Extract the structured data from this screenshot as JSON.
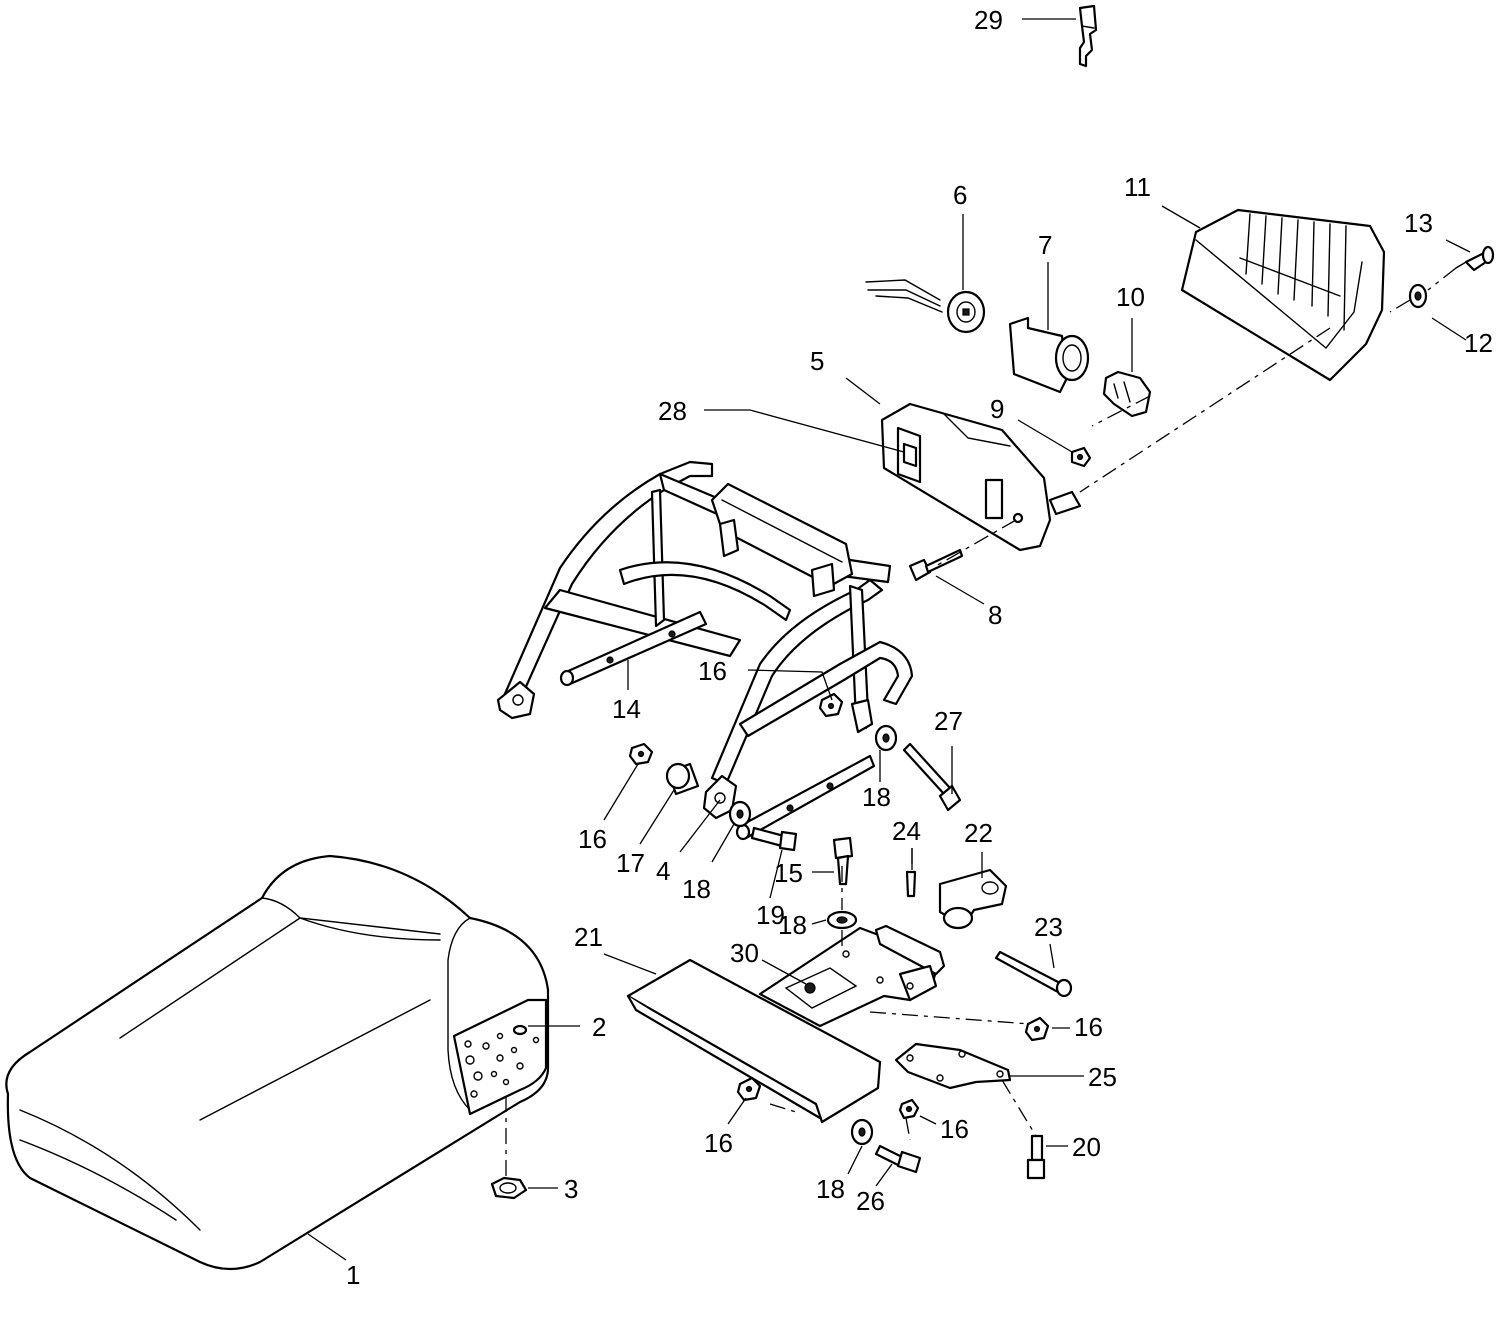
{
  "callouts": [
    {
      "id": "c29",
      "label": "29"
    },
    {
      "id": "c6",
      "label": "6"
    },
    {
      "id": "c7",
      "label": "7"
    },
    {
      "id": "c11",
      "label": "11"
    },
    {
      "id": "c13",
      "label": "13"
    },
    {
      "id": "c10",
      "label": "10"
    },
    {
      "id": "c12",
      "label": "12"
    },
    {
      "id": "c5",
      "label": "5"
    },
    {
      "id": "c28",
      "label": "28"
    },
    {
      "id": "c9",
      "label": "9"
    },
    {
      "id": "c8",
      "label": "8"
    },
    {
      "id": "c14",
      "label": "14"
    },
    {
      "id": "c16a",
      "label": "16"
    },
    {
      "id": "c27",
      "label": "27"
    },
    {
      "id": "c18a",
      "label": "18"
    },
    {
      "id": "c16b",
      "label": "16"
    },
    {
      "id": "c17",
      "label": "17"
    },
    {
      "id": "c4",
      "label": "4"
    },
    {
      "id": "c18b",
      "label": "18"
    },
    {
      "id": "c19",
      "label": "19"
    },
    {
      "id": "c15",
      "label": "15"
    },
    {
      "id": "c24",
      "label": "24"
    },
    {
      "id": "c22",
      "label": "22"
    },
    {
      "id": "c18c",
      "label": "18"
    },
    {
      "id": "c21",
      "label": "21"
    },
    {
      "id": "c30",
      "label": "30"
    },
    {
      "id": "c23",
      "label": "23"
    },
    {
      "id": "c2",
      "label": "2"
    },
    {
      "id": "c16c",
      "label": "16"
    },
    {
      "id": "c25",
      "label": "25"
    },
    {
      "id": "c16d",
      "label": "16"
    },
    {
      "id": "c16e",
      "label": "16"
    },
    {
      "id": "c20",
      "label": "20"
    },
    {
      "id": "c3",
      "label": "3"
    },
    {
      "id": "c18d",
      "label": "18"
    },
    {
      "id": "c26",
      "label": "26"
    },
    {
      "id": "c1",
      "label": "1"
    }
  ]
}
